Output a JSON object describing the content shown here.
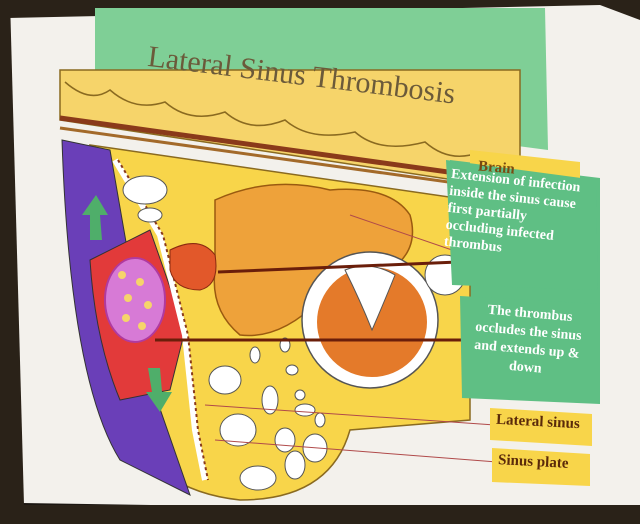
{
  "slide": {
    "title": "Lateral Sinus Thrombosis",
    "brain_label": "Brain",
    "box1_text": "Extension of infection inside the sinus cause first partially occluding infected thrombus",
    "box2_text": "The thrombus occludes the sinus and extends up & down",
    "label_lateral_sinus": "Lateral sinus",
    "label_sinus_plate": "Sinus plate"
  }
}
